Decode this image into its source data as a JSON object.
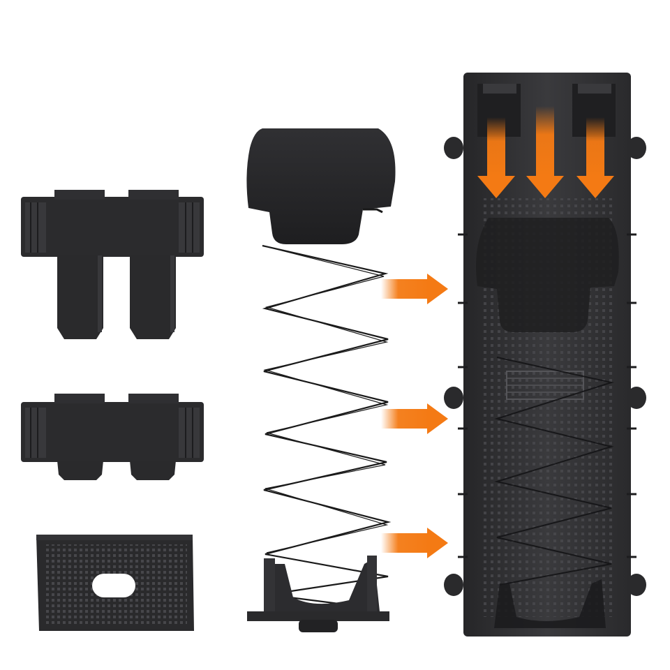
{
  "colors": {
    "background": "#ffffff",
    "part_dark": "#2a2a2c",
    "part_mid": "#3a3a3d",
    "part_light": "#4a4a4e",
    "spring": "#1a1a1a",
    "arrow_orange": "#f47a14"
  },
  "parts": [
    "mag-catch-clip-long",
    "mag-catch-clip-short",
    "base-plate",
    "follower",
    "spring",
    "spring-base",
    "magazine-body"
  ],
  "arrows": {
    "down_arrow_count": 3,
    "right_arrow_count": 3
  }
}
